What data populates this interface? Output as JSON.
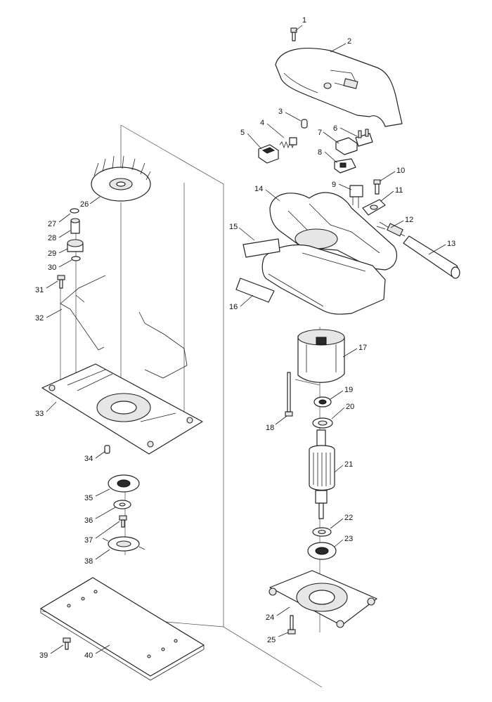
{
  "callouts": [
    "1",
    "2",
    "3",
    "4",
    "5",
    "6",
    "7",
    "8",
    "9",
    "10",
    "11",
    "12",
    "13",
    "14",
    "15",
    "16",
    "17",
    "18",
    "19",
    "20",
    "21",
    "22",
    "23",
    "24",
    "25",
    "26",
    "27",
    "28",
    "29",
    "30",
    "31",
    "32",
    "33",
    "34",
    "35",
    "36",
    "37",
    "38",
    "39",
    "40"
  ]
}
